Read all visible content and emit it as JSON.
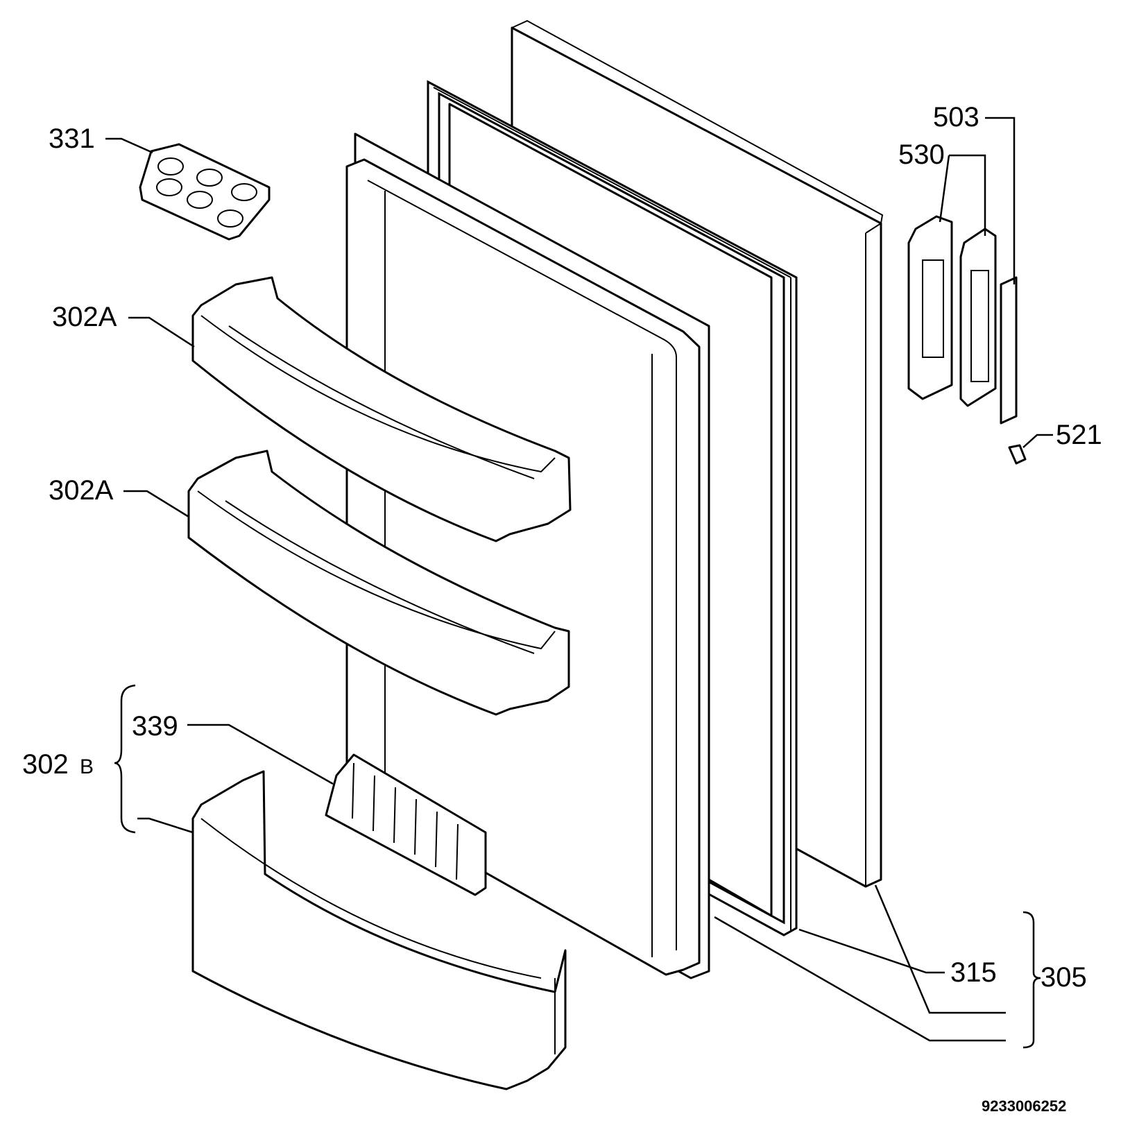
{
  "labels": {
    "l331": "331",
    "l302a_1": "302A",
    "l302a_2": "302A",
    "l302b": "302",
    "l302b_suffix": "B",
    "l339": "339",
    "l503": "503",
    "l530": "530",
    "l521": "521",
    "l315": "315",
    "l305": "305"
  },
  "doc_number": "9233006252"
}
